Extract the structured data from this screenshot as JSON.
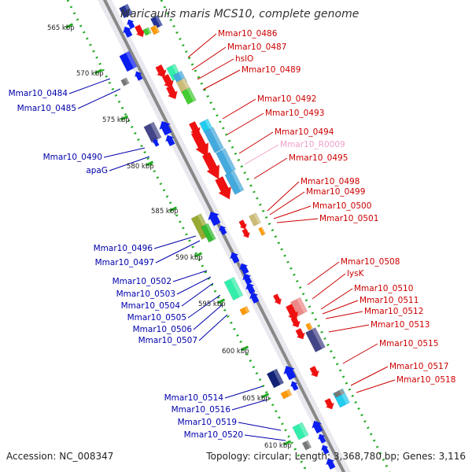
{
  "title": "Maricaulis maris MCS10, complete genome",
  "colors": {
    "forward_label": "#cc0000",
    "reverse_label": "#0000aa",
    "rna_label": "#f0a0c8",
    "forward_track": "#22aa22",
    "reverse_track": "#22aa22",
    "backbone": "#888888"
  },
  "kbp_labels": [
    "565 kbp",
    "570 kbp",
    "575 kbp",
    "580 kbp",
    "585 kbp",
    "590 kbp",
    "595 kbp",
    "600 kbp",
    "605 kbp",
    "610 kbp"
  ],
  "forward_genes": [
    "Mmar10_0486",
    "Mmar10_0487",
    "hslO",
    "Mmar10_0489",
    "Mmar10_0492",
    "Mmar10_0493",
    "Mmar10_0494",
    "Mmar10_R0009",
    "Mmar10_0495",
    "Mmar10_0498",
    "Mmar10_0499",
    "Mmar10_0500",
    "Mmar10_0501",
    "Mmar10_0508",
    "lysK",
    "Mmar10_0510",
    "Mmar10_0511",
    "Mmar10_0512",
    "Mmar10_0513",
    "Mmar10_0515",
    "Mmar10_0517",
    "Mmar10_0518"
  ],
  "reverse_genes": [
    "Mmar10_0484",
    "Mmar10_0485",
    "Mmar10_0490",
    "apaG",
    "Mmar10_0496",
    "Mmar10_0497",
    "Mmar10_0502",
    "Mmar10_0503",
    "Mmar10_0504",
    "Mmar10_0505",
    "Mmar10_0506",
    "Mmar10_0507",
    "Mmar10_0514",
    "Mmar10_0516",
    "Mmar10_0519",
    "Mmar10_0520"
  ],
  "footer": {
    "accession": "Accession: NC_008347",
    "summary": "Topology: circular; Length: 3,368,780 bp; Genes: 3,116"
  }
}
